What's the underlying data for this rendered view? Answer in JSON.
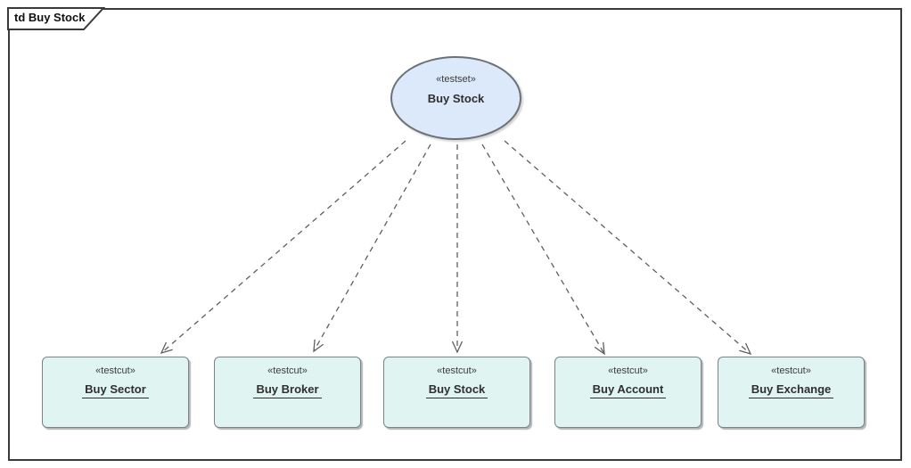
{
  "frame": {
    "label": "td Buy Stock",
    "type": "test-diagram-frame"
  },
  "diagram": {
    "testset": {
      "stereotype": "«testset»",
      "name": "Buy Stock"
    },
    "testcuts": [
      {
        "stereotype": "«testcut»",
        "name": "Buy Sector"
      },
      {
        "stereotype": "«testcut»",
        "name": "Buy Broker"
      },
      {
        "stereotype": "«testcut»",
        "name": "Buy Stock"
      },
      {
        "stereotype": "«testcut»",
        "name": "Buy Account"
      },
      {
        "stereotype": "«testcut»",
        "name": "Buy Exchange"
      }
    ],
    "edges": [
      {
        "from": "Buy Stock (testset)",
        "to": "Buy Sector",
        "style": "dashed-open-arrow"
      },
      {
        "from": "Buy Stock (testset)",
        "to": "Buy Broker",
        "style": "dashed-open-arrow"
      },
      {
        "from": "Buy Stock (testset)",
        "to": "Buy Stock",
        "style": "dashed-open-arrow"
      },
      {
        "from": "Buy Stock (testset)",
        "to": "Buy Account",
        "style": "dashed-open-arrow"
      },
      {
        "from": "Buy Stock (testset)",
        "to": "Buy Exchange",
        "style": "dashed-open-arrow"
      }
    ],
    "colors": {
      "ellipse_fill": "#dbe9fa",
      "ellipse_border": "#6b7177",
      "box_fill": "#e0f4f1",
      "box_border": "#7b8388",
      "arrow": "#5f5f5f",
      "frame_border": "#3a3a3a",
      "text": "#2f2f2f"
    }
  }
}
